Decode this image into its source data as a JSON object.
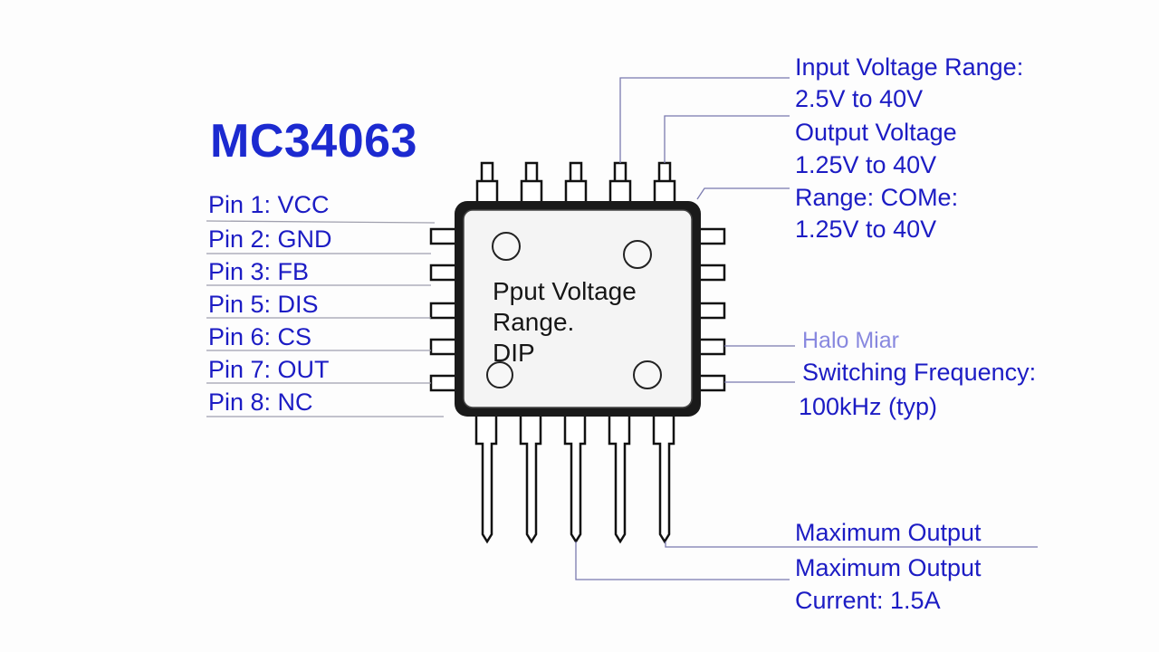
{
  "title": "MC34063",
  "pins": [
    "Pin 1: VCC",
    "Pin 2: GND",
    "Pin 3: FB",
    "Pin 5: DIS",
    "Pin 6: CS",
    "Pin 7: OUT",
    "Pin 8: NC"
  ],
  "chip_label": [
    "Pput Voltage",
    "Range.",
    "DIP"
  ],
  "right_labels": {
    "input_range_title": "Input Voltage Range:",
    "input_range_value": "2.5V to 40V",
    "output_voltage_title": "Output Voltage",
    "output_voltage_value": "1.25V to 40V",
    "range_title": "Range: COMe:",
    "range_value": "1.25V to 40V",
    "smudged_text": "Halo Miar",
    "switching_title": "Switching Frequency:",
    "switching_value": "100kHz (typ)"
  },
  "bottom_labels": {
    "max_output_1": "Maximum Output",
    "max_output_2": "Maximum Output",
    "current": "Current: 1.5A"
  },
  "colors": {
    "label_blue": "#1c1cc4",
    "line_gray": "#9a9aa6",
    "chip_outline": "#111111",
    "chip_fill": "#f4f4f4"
  }
}
